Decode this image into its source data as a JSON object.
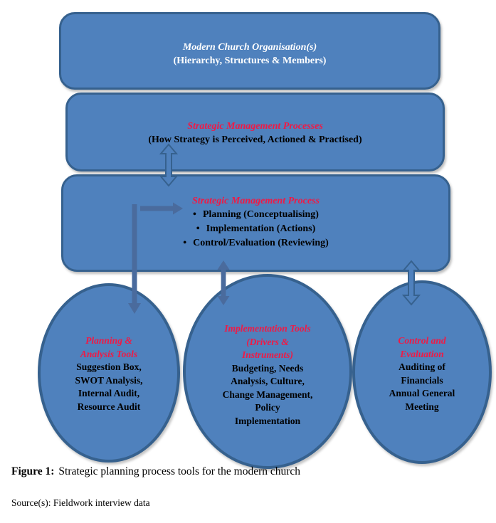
{
  "diagram": {
    "org_box": {
      "title": "Modern Church Organisation(s)",
      "subtitle": "(Hierarchy, Structures & Members)"
    },
    "processes_box": {
      "title": "Strategic Management Processes",
      "subtitle": "(How Strategy is Perceived, Actioned & Practised)"
    },
    "process_box": {
      "title": "Strategic Management Process",
      "bullet_char": "•",
      "bullets": [
        "Planning (Conceptualising)",
        "Implementation (Actions)",
        "Control/Evaluation (Reviewing)"
      ]
    },
    "planning_ellipse": {
      "title_lines": [
        "Planning &",
        "Analysis Tools"
      ],
      "body_lines": [
        "Suggestion Box,",
        "SWOT Analysis,",
        "Internal Audit,",
        "Resource Audit"
      ]
    },
    "implementation_ellipse": {
      "title_lines": [
        "Implementation Tools",
        "(Drivers &",
        "Instruments)"
      ],
      "body_lines": [
        "Budgeting, Needs",
        "Analysis, Culture,",
        "Change Management,",
        "Policy",
        "Implementation"
      ]
    },
    "control_ellipse": {
      "title_lines": [
        "Control and",
        "Evaluation"
      ],
      "body_lines": [
        "Auditing of",
        "Financials",
        "Annual General",
        "Meeting"
      ]
    }
  },
  "caption": {
    "label": "Figure 1:",
    "text": "Strategic planning process tools for the modern church"
  },
  "source": "Source(s): Fieldwork interview data",
  "colors": {
    "shape_fill": "#4f81bd",
    "shape_border": "#36618e",
    "arrow_solid": "#4a6b9d",
    "accent_red": "#f01945",
    "box_text_white": "#ffffff",
    "body_text": "#000000"
  }
}
